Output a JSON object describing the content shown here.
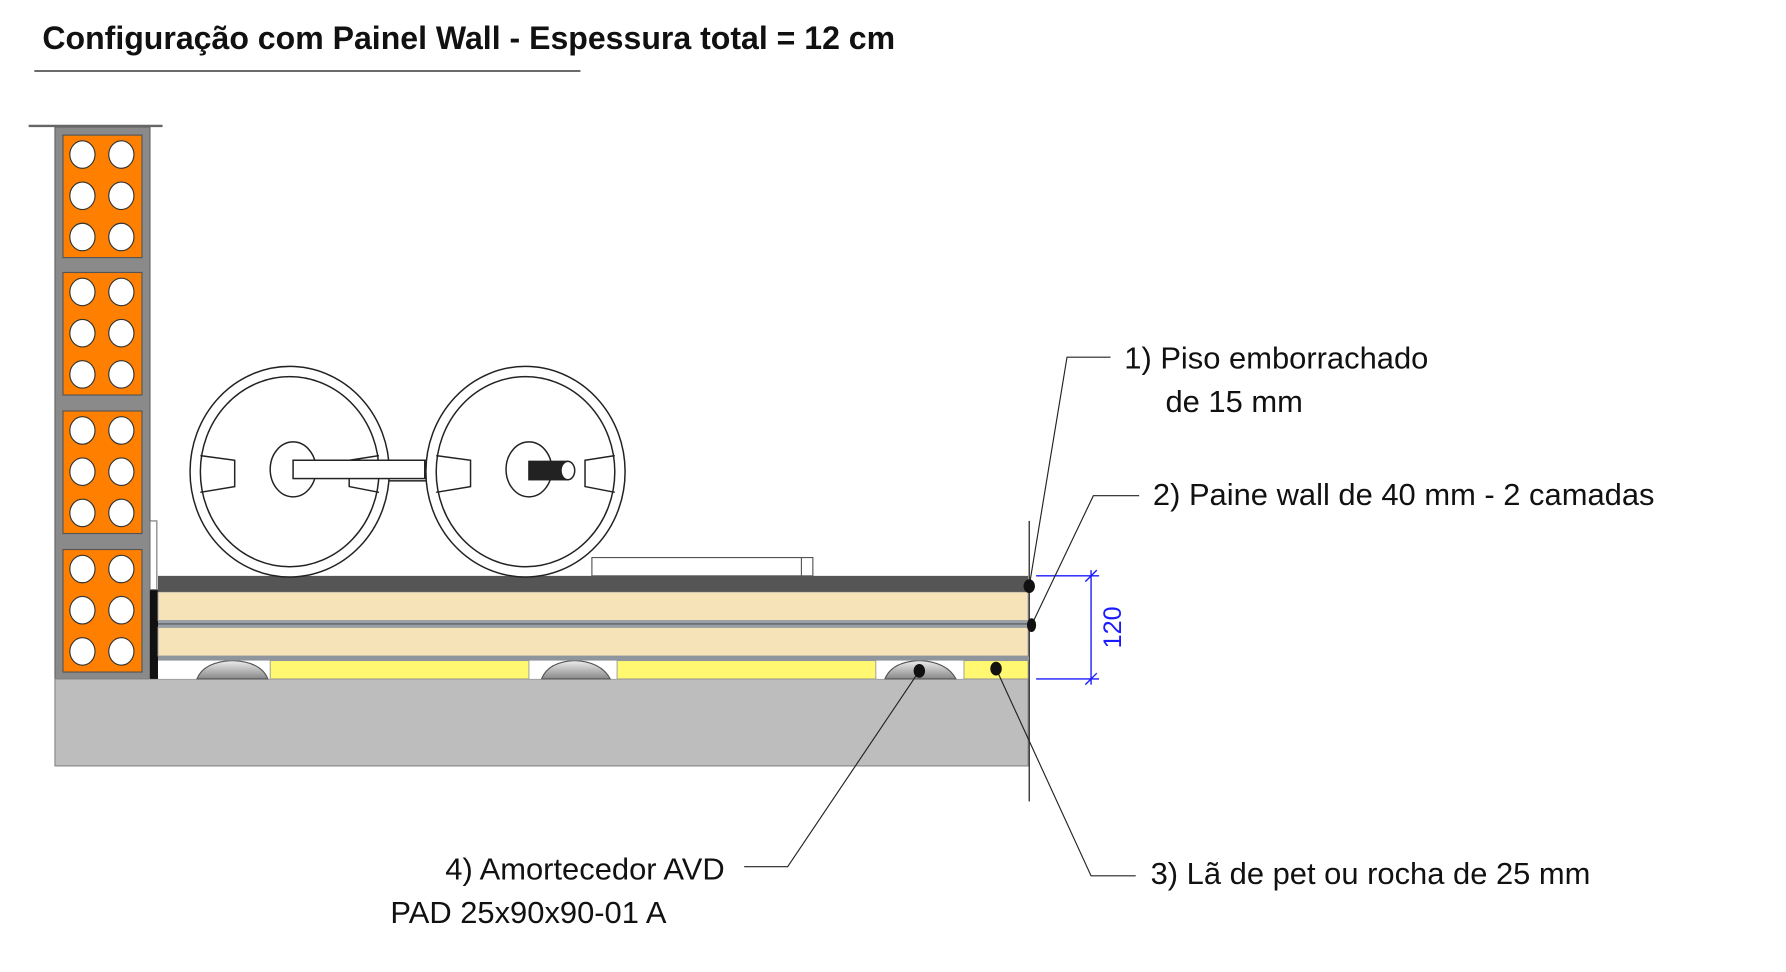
{
  "title": "Configuração com Painel Wall - Espessura total = 12 cm",
  "dimension": {
    "value": "120",
    "color": "#1a1aff"
  },
  "labels": {
    "l1_line1": "1) Piso emborrachado",
    "l1_line2": "de 15 mm",
    "l2": "2) Paine wall de 40 mm - 2 camadas",
    "l3": "3) Lã de pet ou rocha de 25 mm",
    "l4_line1": "4) Amortecedor AVD",
    "l4_line2": "PAD 25x90x90-01 A"
  },
  "colors": {
    "brick": "#ff8000",
    "wall": "#8a8a8a",
    "rubber": "#555555",
    "panel": "#f6e4b8",
    "wool": "#fff870",
    "slab": "#bdbdbd"
  }
}
